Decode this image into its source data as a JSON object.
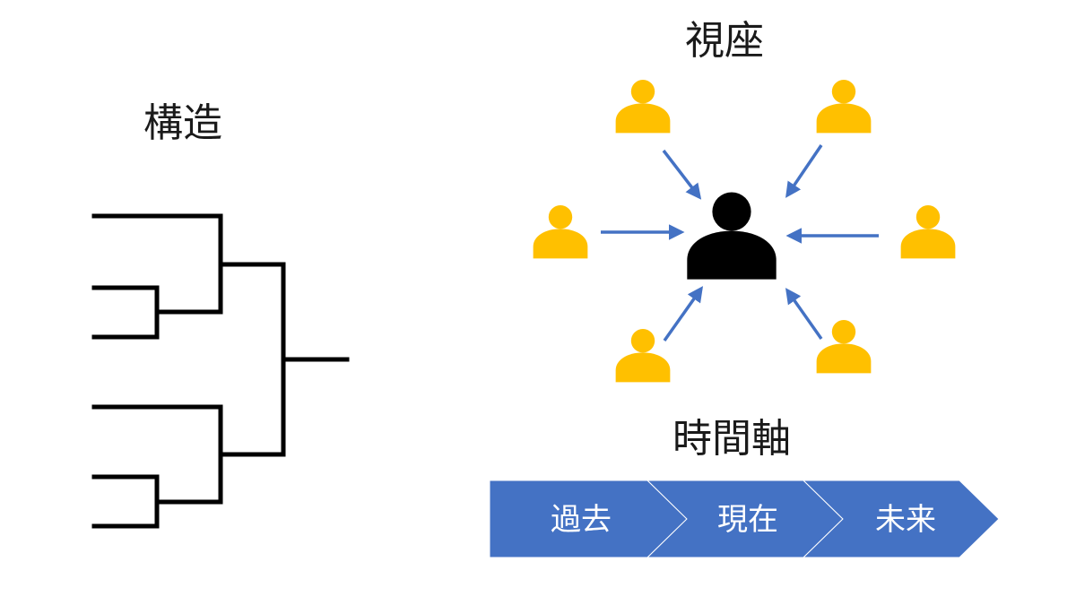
{
  "structure": {
    "title": "構造"
  },
  "viewpoint": {
    "title": "視座",
    "center_icon": "person-icon",
    "surrounding_icon": "person-icon",
    "colors": {
      "center": "#000000",
      "surrounding": "#FFC000",
      "arrows": "#4472C4"
    }
  },
  "timeline": {
    "title": "時間軸",
    "steps": [
      "過去",
      "現在",
      "未来"
    ],
    "color": "#4472C4"
  }
}
